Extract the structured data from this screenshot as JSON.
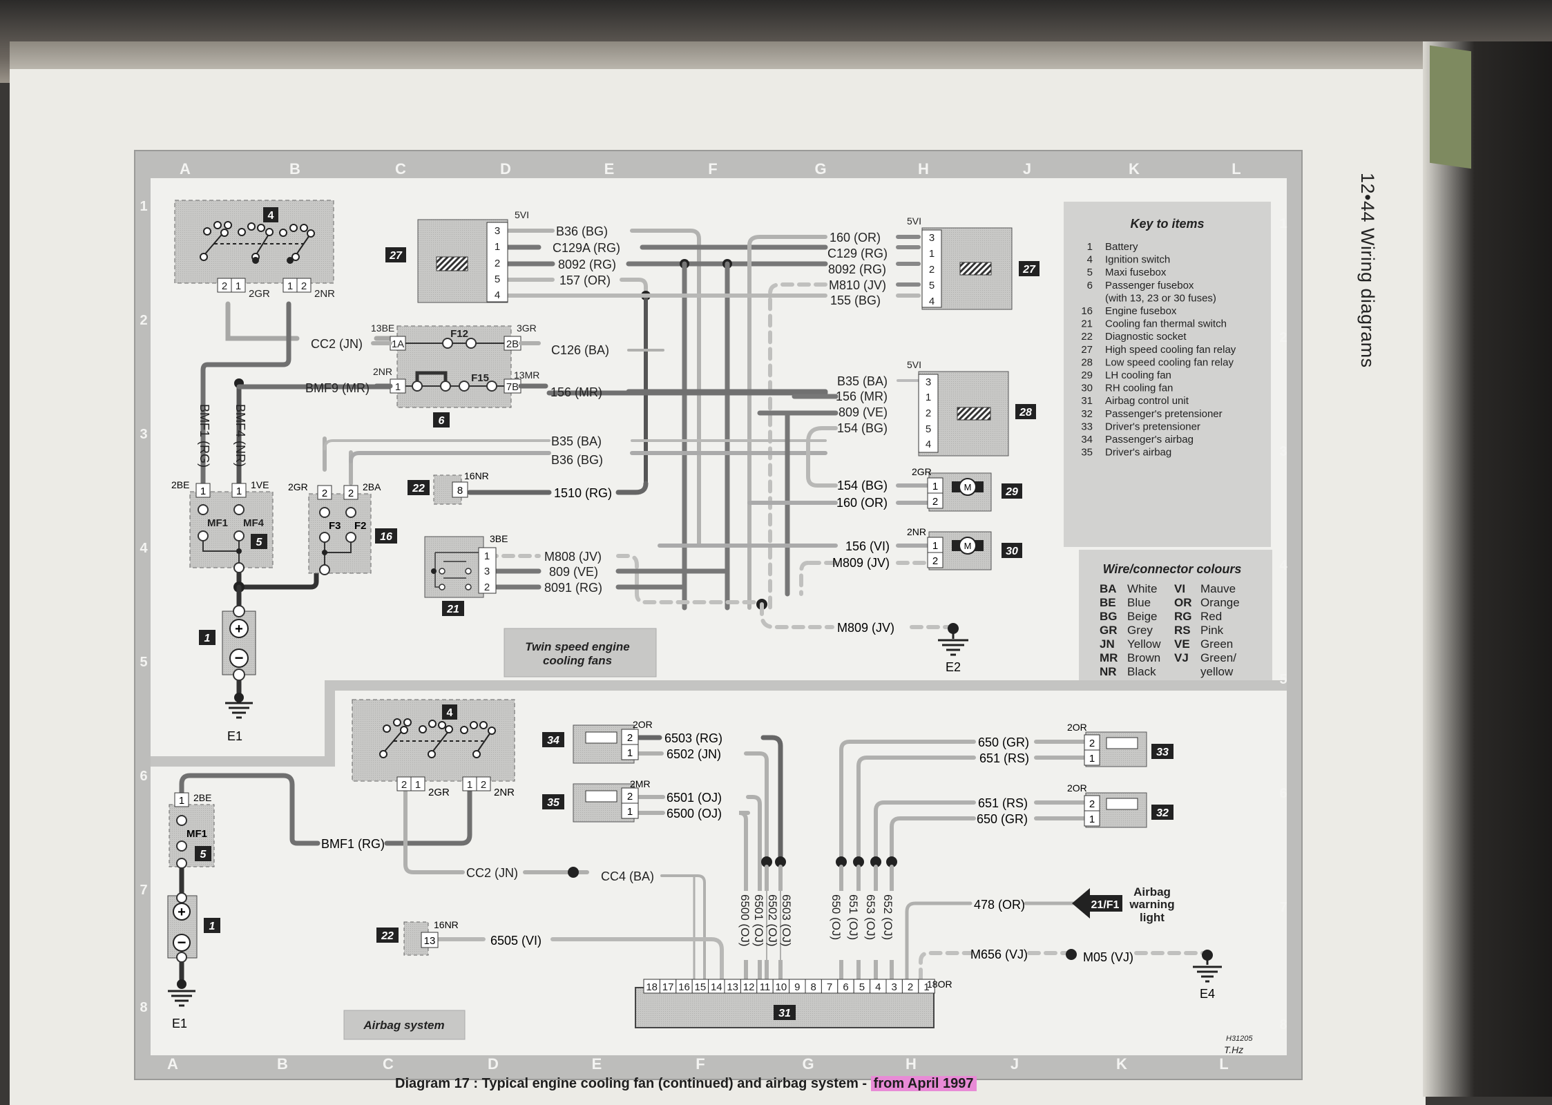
{
  "page": {
    "section_header": "12•44 Wiring diagrams",
    "caption": "Diagram 17 : Typical engine cooling fan (continued) and airbag system - ",
    "caption_highlight": "from April 1997",
    "drawing_ref": "H31205",
    "signature": "T.Hz"
  },
  "grid": {
    "columns": [
      "A",
      "B",
      "C",
      "D",
      "E",
      "F",
      "G",
      "H",
      "J",
      "K",
      "L"
    ],
    "rows": [
      "1",
      "2",
      "3",
      "4",
      "5",
      "6",
      "7",
      "8"
    ]
  },
  "panels": {
    "cooling_title": "Twin speed engine cooling fans",
    "airbag_title": "Airbag system"
  },
  "key": {
    "title": "Key to items",
    "items": [
      {
        "num": "1",
        "label": "Battery"
      },
      {
        "num": "4",
        "label": "Ignition switch"
      },
      {
        "num": "5",
        "label": "Maxi fusebox"
      },
      {
        "num": "6",
        "label": "Passenger fusebox"
      },
      {
        "num": "",
        "label": "(with 13, 23 or 30 fuses)"
      },
      {
        "num": "16",
        "label": "Engine fusebox"
      },
      {
        "num": "21",
        "label": "Cooling fan thermal switch"
      },
      {
        "num": "22",
        "label": "Diagnostic socket"
      },
      {
        "num": "27",
        "label": "High speed cooling fan relay"
      },
      {
        "num": "28",
        "label": "Low speed cooling fan relay"
      },
      {
        "num": "29",
        "label": "LH cooling fan"
      },
      {
        "num": "30",
        "label": "RH cooling fan"
      },
      {
        "num": "31",
        "label": "Airbag control unit"
      },
      {
        "num": "32",
        "label": "Passenger's pretensioner"
      },
      {
        "num": "33",
        "label": "Driver's pretensioner"
      },
      {
        "num": "34",
        "label": "Passenger's airbag"
      },
      {
        "num": "35",
        "label": "Driver's airbag"
      }
    ]
  },
  "colours": {
    "title": "Wire/connector colours",
    "left": [
      {
        "code": "BA",
        "name": "White"
      },
      {
        "code": "BE",
        "name": "Blue"
      },
      {
        "code": "BG",
        "name": "Beige"
      },
      {
        "code": "GR",
        "name": "Grey"
      },
      {
        "code": "JN",
        "name": "Yellow"
      },
      {
        "code": "MR",
        "name": "Brown"
      },
      {
        "code": "NR",
        "name": "Black"
      }
    ],
    "right": [
      {
        "code": "VI",
        "name": "Mauve"
      },
      {
        "code": "OR",
        "name": "Orange"
      },
      {
        "code": "RG",
        "name": "Red"
      },
      {
        "code": "RS",
        "name": "Pink"
      },
      {
        "code": "VE",
        "name": "Green"
      },
      {
        "code": "VJ",
        "name": "Green/"
      },
      {
        "code": "",
        "name": "yellow"
      }
    ]
  },
  "components": {
    "c4_top": {
      "badge": "4",
      "conn_left": "2GR",
      "conn_right": "2NR",
      "pins": [
        "2",
        "1",
        "1",
        "2"
      ]
    },
    "c27_left": {
      "badge": "27",
      "conn": "5VI",
      "pins": [
        "3",
        "1",
        "2",
        "5",
        "4"
      ],
      "wires": [
        "B36 (BG)",
        "C129A (RG)",
        "8092 (RG)",
        "157 (OR)"
      ]
    },
    "c27_right": {
      "badge": "27",
      "conn": "5VI",
      "pins": [
        "3",
        "1",
        "2",
        "5",
        "4"
      ],
      "wires": [
        "160 (OR)",
        "C129 (RG)",
        "8092 (RG)",
        "M810 (JV)",
        "155 (BG)"
      ]
    },
    "c6": {
      "badge": "6",
      "conn_tl": "13BE",
      "conn_tr": "3GR",
      "conn_bl": "2NR",
      "conn_br": "13MR",
      "pins": [
        "1A",
        "2B",
        "1",
        "7B"
      ],
      "fuses": [
        "F12",
        "F15"
      ],
      "wires": [
        "CC2 (JN)",
        "C126 (BA)",
        "BMF9 (MR)",
        "156 (MR)"
      ]
    },
    "c28": {
      "badge": "28",
      "conn": "5VI",
      "pins": [
        "3",
        "1",
        "2",
        "5",
        "4"
      ],
      "wires": [
        "B35 (BA)",
        "156 (MR)",
        "809 (VE)",
        "154 (BG)"
      ]
    },
    "c29": {
      "badge": "29",
      "conn": "2GR",
      "pins": [
        "1",
        "2"
      ],
      "motor": "M",
      "wires": [
        "154 (BG)",
        "160 (OR)"
      ]
    },
    "c30": {
      "badge": "30",
      "conn": "2NR",
      "pins": [
        "1",
        "2"
      ],
      "motor": "M",
      "wires": [
        "156 (VI)",
        "M809 (JV)"
      ]
    },
    "c5_top": {
      "badge": "5",
      "conn_left": "2BE",
      "conn_right": "1VE",
      "pins": [
        "1",
        "1"
      ],
      "fuses": [
        "MF1",
        "MF4"
      ],
      "wires": [
        "BMF1 (RG)",
        "BMF4 (NR)"
      ]
    },
    "c16": {
      "badge": "16",
      "conn_left": "2GR",
      "conn_right": "2BA",
      "pins": [
        "2",
        "2"
      ],
      "fuses": [
        "F3",
        "F2"
      ]
    },
    "c22_top": {
      "badge": "22",
      "conn": "16NR",
      "pin": "8",
      "wire": "1510 (RG)"
    },
    "c21": {
      "badge": "21",
      "conn": "3BE",
      "pins": [
        "1",
        "3",
        "2"
      ],
      "wires": [
        "M808 (JV)",
        "809 (VE)",
        "8091 (RG)"
      ]
    },
    "mid_wires": [
      "B35 (BA)",
      "B36 (BG)"
    ],
    "c1_top": {
      "badge": "1",
      "ground": "E1"
    },
    "ground_e2": {
      "wire": "M809 (JV)",
      "ground": "E2"
    },
    "c4_bottom": {
      "badge": "4",
      "conn_left": "2GR",
      "conn_right": "2NR",
      "pins": [
        "2",
        "1",
        "1",
        "2"
      ]
    },
    "c34": {
      "badge": "34",
      "conn": "2OR",
      "pins": [
        "2",
        "1"
      ],
      "wires": [
        "6503 (RG)",
        "6502 (JN)"
      ]
    },
    "c35": {
      "badge": "35",
      "conn": "2MR",
      "pins": [
        "2",
        "1"
      ],
      "wires": [
        "6501 (OJ)",
        "6500 (OJ)"
      ]
    },
    "c33": {
      "badge": "33",
      "conn": "2OR",
      "pins": [
        "2",
        "1"
      ],
      "wires": [
        "650 (GR)",
        "651 (RS)"
      ]
    },
    "c32": {
      "badge": "32",
      "conn": "2OR",
      "pins": [
        "2",
        "1"
      ],
      "wires": [
        "651 (RS)",
        "650 (GR)"
      ]
    },
    "c5_bottom": {
      "badge": "5",
      "conn": "2BE",
      "pin": "1",
      "fuse": "MF1",
      "wire": "BMF1 (RG)"
    },
    "c1_bottom": {
      "badge": "1",
      "ground": "E1"
    },
    "cc_wires": [
      "CC2 (JN)",
      "CC4 (BA)"
    ],
    "c22_bottom": {
      "badge": "22",
      "conn": "16NR",
      "pin": "13",
      "wire": "6505 (VI)"
    },
    "c31": {
      "badge": "31",
      "conn": "18OR",
      "pins": [
        "18",
        "17",
        "16",
        "15",
        "14",
        "13",
        "12",
        "11",
        "10",
        "9",
        "8",
        "7",
        "6",
        "5",
        "4",
        "3",
        "2",
        "1"
      ]
    },
    "vertical_wires": [
      "6500 (OJ)",
      "6501 (OJ)",
      "6502 (OJ)",
      "6503 (OJ)",
      "650 (OJ)",
      "651 (OJ)",
      "653 (OJ)",
      "652 (OJ)"
    ],
    "warning": {
      "wire": "478 (OR)",
      "arrow_label": "21/F1",
      "text1": "Airbag",
      "text2": "warning",
      "text3": "light"
    },
    "ground_e4": {
      "wire1": "M656 (VJ)",
      "wire2": "M05 (VJ)",
      "ground": "E4"
    }
  }
}
